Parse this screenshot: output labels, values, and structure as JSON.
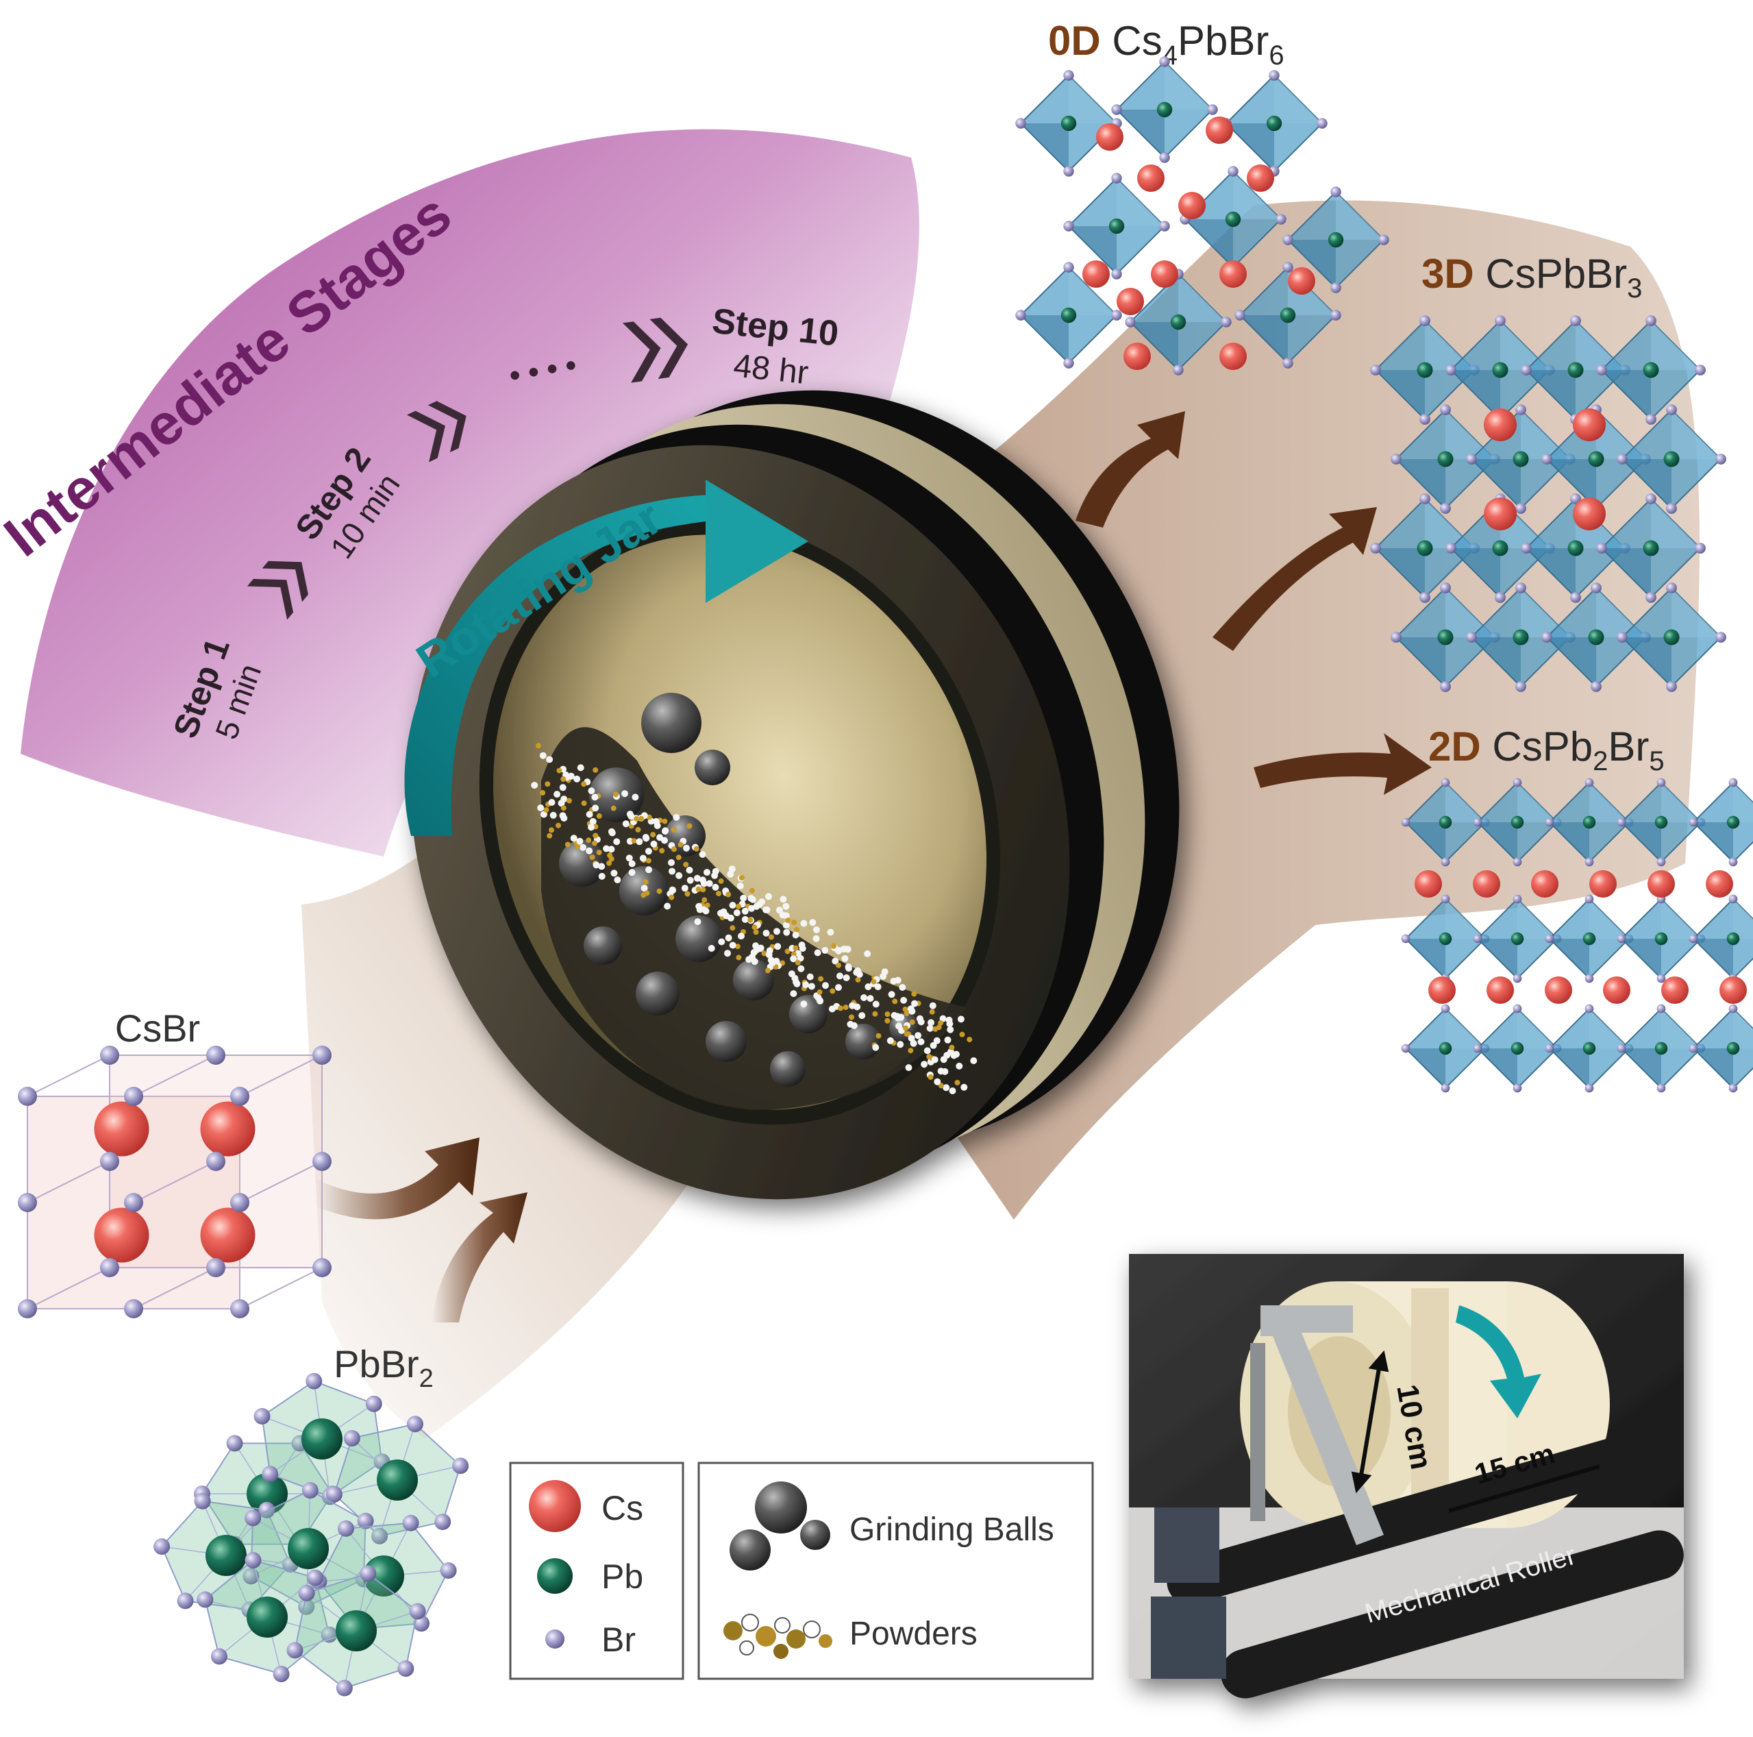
{
  "colors": {
    "cs_atom": "#e8504b",
    "pb_atom": "#14614a",
    "br_atom": "#9a96c6",
    "octahedron": "#4e9cc8",
    "pb_polyhedron": "#82c6a3",
    "intermediate_band": "#a8479a",
    "rotation_arrow": "#0f8f96",
    "flow_arrow": "#6a3a1e",
    "beige_band": "#c9ab93",
    "dim_label": "#7a3f14",
    "jar_rim": "#3a352b",
    "jar_gold": "#b7a57a"
  },
  "stages": {
    "title": "Intermediate Stages",
    "step1": {
      "label": "Step 1",
      "time": "5 min"
    },
    "step2": {
      "label": "Step 2",
      "time": "10 min"
    },
    "step10": {
      "label": "Step 10",
      "time": "48 hr"
    },
    "ellipsis": "• • • •"
  },
  "jar": {
    "label": "Rotating Jar"
  },
  "reactants": {
    "csbr": "CsBr",
    "pbbr2": {
      "base": "PbBr",
      "sub": "2"
    }
  },
  "products": {
    "p0d": {
      "dim": "0D",
      "parts": [
        "Cs",
        "4",
        "PbBr",
        "6"
      ]
    },
    "p3d": {
      "dim": "3D",
      "parts": [
        "CsPbBr",
        "3"
      ]
    },
    "p2d": {
      "dim": "2D",
      "parts": [
        "CsPb",
        "2",
        "Br",
        "5"
      ]
    }
  },
  "legend_atoms": [
    {
      "symbol": "Cs"
    },
    {
      "symbol": "Pb"
    },
    {
      "symbol": "Br"
    }
  ],
  "legend_materials": [
    {
      "label": "Grinding Balls"
    },
    {
      "label": "Powders"
    }
  ],
  "photo": {
    "diameter": "10 cm",
    "length": "15 cm",
    "roller": "Mechanical Roller"
  }
}
